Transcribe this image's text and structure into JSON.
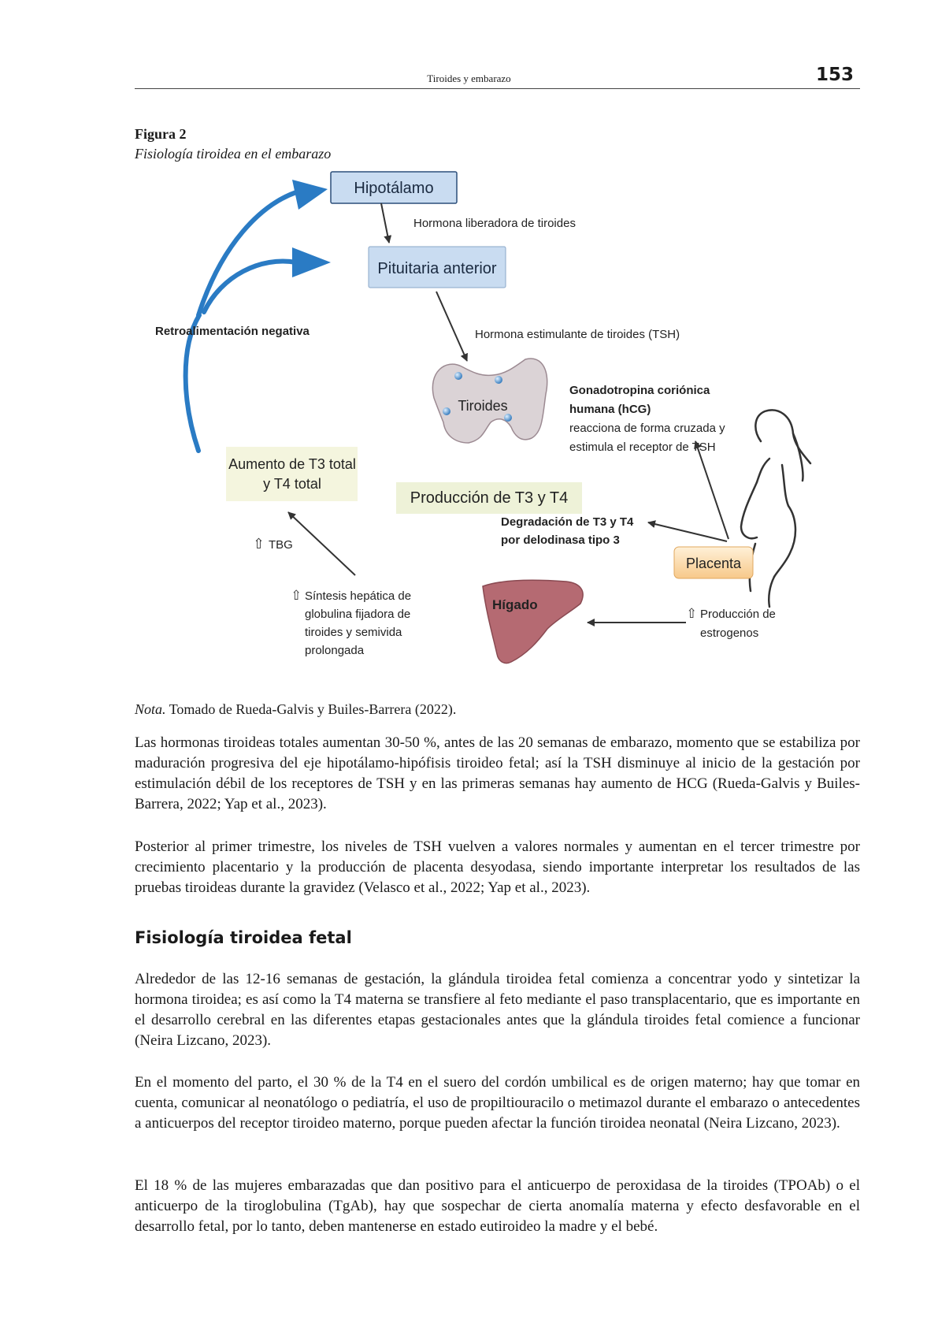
{
  "header": {
    "running_title": "Tiroides y embarazo",
    "page_number": "153"
  },
  "figure": {
    "label": "Figura 2",
    "caption": "Fisiología tiroidea en el embarazo",
    "diagram": {
      "hipotalamo": "Hipotálamo",
      "hormona_liberadora": "Hormona liberadora de tiroides",
      "pituitaria": "Pituitaria anterior",
      "tsh": "Hormona estimulante de tiroides (TSH)",
      "retroalimentacion": "Retroalimentación negativa",
      "tiroides": "Tiroides",
      "hcg_1": "Gonadotropina coriónica",
      "hcg_2": "humana (hCG)",
      "hcg_3": "reacciona de forma cruzada y",
      "hcg_4": "estimula el receptor de TSH",
      "aumento_1": "Aumento de T3 total",
      "aumento_2": "y T4 total",
      "produccion": "Producción de T3 y T4",
      "degradacion_1": "Degradación de T3 y T4",
      "degradacion_2": "por delodinasa tipo 3",
      "tbg": "TBG",
      "placenta": "Placenta",
      "sintesis_1": "Síntesis hepática de",
      "sintesis_2": "globulina fijadora de",
      "sintesis_3": "tiroides y semivida",
      "sintesis_4": "prolongada",
      "higado": "Hígado",
      "estrogenos_1": "Producción de",
      "estrogenos_2": "estrogenos",
      "up_arrow": "⇧"
    },
    "note_label": "Nota.",
    "note_text": " Tomado de Rueda-Galvis y Builes-Barrera (2022)."
  },
  "paragraphs": [
    "Las hormonas tiroideas totales aumentan 30-50 %, antes de las 20 semanas de embarazo, momento que se estabiliza por maduración progresiva del eje hipotálamo-hipófisis tiroideo fetal; así la TSH disminuye al inicio de la gestación por estimulación débil de los receptores de TSH y en las primeras semanas hay aumento de HCG (Rueda-Galvis y Builes-Barrera, 2022; Yap et al., 2023).",
    "Posterior al primer trimestre, los niveles de TSH vuelven a valores normales y aumentan en el tercer trimestre por crecimiento placentario y la producción de placenta desyodasa, siendo importante interpretar los resultados de las pruebas tiroideas durante la gravidez (Velasco et al., 2022; Yap et al., 2023).",
    "Alrededor de las 12-16 semanas de gestación, la glándula tiroidea fetal comienza a concentrar yodo y sintetizar la hormona tiroidea; es así como la T4 materna se transfiere al feto mediante el paso transplacentario, que es importante en el desarrollo cerebral en las diferentes etapas gestacionales antes que la glándula tiroides fetal comience a funcionar (Neira Lizcano, 2023).",
    "En el momento del parto, el 30 % de la T4 en el suero del cordón umbilical es de origen materno; hay que tomar en cuenta, comunicar al neonatólogo o pediatría, el uso de propiltiouracilo o metimazol durante el embarazo o antecedentes a anticuerpos del receptor tiroideo materno, porque pueden afectar la función tiroidea neonatal (Neira Lizcano, 2023).",
    "El 18 % de las mujeres embarazadas que dan positivo para el anticuerpo de peroxidasa de la tiroides (TPOAb) o el anticuerpo de la tiroglobulina (TgAb), hay que sospechar de cierta anomalía materna y efecto desfavorable en el desarrollo fetal, por lo tanto, deben mantenerse en estado eutiroideo la madre y el bebé."
  ],
  "section_heading": "Fisiología tiroidea fetal"
}
